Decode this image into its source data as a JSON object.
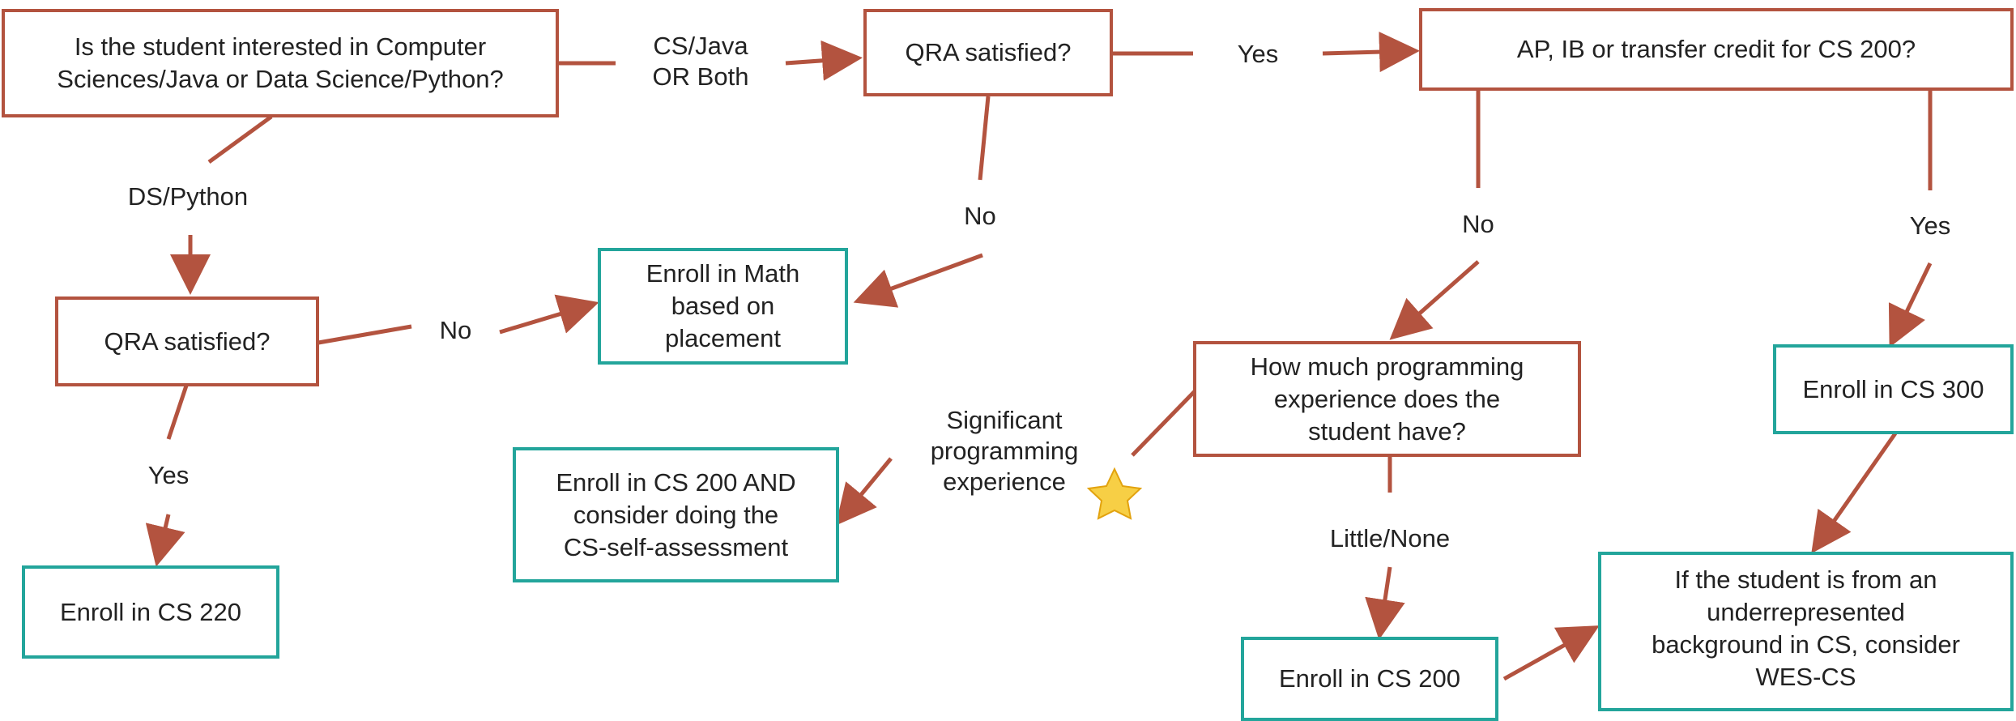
{
  "colors": {
    "decision_border": "#b3533f",
    "action_border": "#23a59b",
    "arrow": "#b3533f",
    "star_fill": "#f7cf45",
    "sun_fill": "#f7cf45"
  },
  "nodes": {
    "interest": "Is the student interested in Computer\nSciences/Java or Data Science/Python?",
    "qra_cs": "QRA satisfied?",
    "ap_credit": "AP, IB or transfer credit for CS 200?",
    "qra_ds": "QRA satisfied?",
    "enroll_math": "Enroll in Math\nbased on\nplacement",
    "enroll_cs220": "Enroll in CS 220",
    "programming_experience": "How much programming\nexperience does the\nstudent have?",
    "enroll_cs300": "Enroll in CS 300",
    "enroll_cs200_assessment": "Enroll in CS 200 AND\nconsider doing the\nCS-self-assessment",
    "enroll_cs200": "Enroll in CS 200",
    "wes_cs": "If the student is from an\nunderrepresented\nbackground in CS, consider\nWES-CS"
  },
  "edge_labels": {
    "cs_java": "CS/Java\nOR Both",
    "ds_python": "DS/Python",
    "yes_top": "Yes",
    "no_qra_cs": "No",
    "no_qra_ds": "No",
    "yes_qra_ds": "Yes",
    "no_ap": "No",
    "yes_ap": "Yes",
    "significant": "Significant\nprogramming\nexperience",
    "little_none": "Little/None"
  },
  "icons": [
    "star-icon",
    "sun-icon"
  ]
}
